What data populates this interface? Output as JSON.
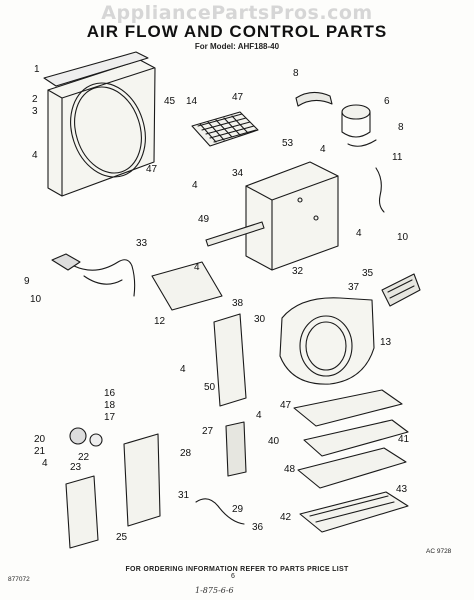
{
  "watermark": "AppliancePartsPros.com",
  "header": {
    "title": "AIR FLOW AND CONTROL PARTS",
    "model_line": "For Model: AHF188-40"
  },
  "callouts": [
    "1",
    "2",
    "3",
    "4",
    "45",
    "14",
    "47",
    "8",
    "6",
    "53",
    "8",
    "4",
    "47",
    "11",
    "34",
    "4",
    "49",
    "10",
    "33",
    "4",
    "4",
    "32",
    "9",
    "35",
    "10",
    "38",
    "37",
    "30",
    "12",
    "13",
    "4",
    "50",
    "16",
    "47",
    "18",
    "4",
    "17",
    "27",
    "40",
    "20",
    "28",
    "41",
    "21",
    "22",
    "4",
    "23",
    "48",
    "43",
    "31",
    "42",
    "29",
    "25",
    "36"
  ],
  "footer": {
    "ordering_note": "FOR ORDERING INFORMATION REFER TO PARTS PRICE LIST",
    "page_number": "6",
    "doc_code": "877072",
    "figure_code": "AC 9728",
    "handwritten": "1-875-6-6"
  }
}
